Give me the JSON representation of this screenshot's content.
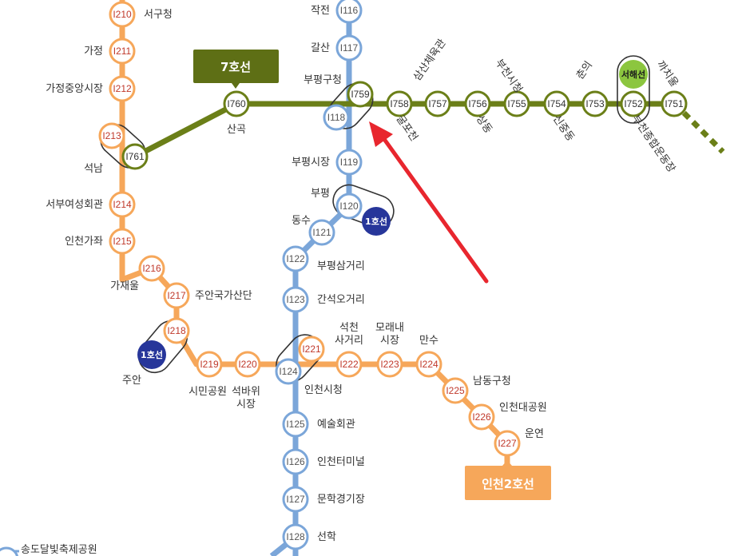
{
  "colors": {
    "line7": "#6b7f18",
    "line7_fill": "#5e6f15",
    "line1_blue": "#7ba6d9",
    "line1_badge": "#27369a",
    "line2_orange": "#f6a75a",
    "seohae": "#8cc63f",
    "arrow": "#e8262e",
    "code_red": "#c0392b",
    "text": "#333333"
  },
  "lines": {
    "line7_label": "7호선",
    "line2_label": "인천2호선"
  },
  "badges": [
    {
      "key": "seohae",
      "label": "서해선"
    },
    {
      "key": "transfer1_bupyeong",
      "label": "1호선"
    },
    {
      "key": "transfer1_juan",
      "label": "1호선"
    }
  ],
  "stations": [
    {
      "code": "I210",
      "name": "서구청",
      "line": "2"
    },
    {
      "code": "I211",
      "name": "가정",
      "line": "2"
    },
    {
      "code": "I212",
      "name": "가정중앙시장",
      "line": "2"
    },
    {
      "code": "I213",
      "name": "석남",
      "line": "2"
    },
    {
      "code": "I761",
      "name": "",
      "line": "7"
    },
    {
      "code": "I214",
      "name": "서부여성회관",
      "line": "2"
    },
    {
      "code": "I215",
      "name": "인천가좌",
      "line": "2"
    },
    {
      "code": "I216",
      "name": "가재울",
      "line": "2"
    },
    {
      "code": "I217",
      "name": "주안국가산단",
      "line": "2"
    },
    {
      "code": "I218",
      "name": "주안",
      "line": "2"
    },
    {
      "code": "I219",
      "name": "시민공원",
      "line": "2"
    },
    {
      "code": "I220",
      "name": "석바위\n시장",
      "line": "2"
    },
    {
      "code": "I221",
      "name": "",
      "line": "2"
    },
    {
      "code": "I222",
      "name": "석천\n사거리",
      "line": "2"
    },
    {
      "code": "I223",
      "name": "모래내\n시장",
      "line": "2"
    },
    {
      "code": "I224",
      "name": "만수",
      "line": "2"
    },
    {
      "code": "I225",
      "name": "남동구청",
      "line": "2"
    },
    {
      "code": "I226",
      "name": "인천대공원",
      "line": "2"
    },
    {
      "code": "I227",
      "name": "운연",
      "line": "2"
    },
    {
      "code": "I116",
      "name": "작전",
      "line": "1"
    },
    {
      "code": "I117",
      "name": "갈산",
      "line": "1"
    },
    {
      "code": "I118",
      "name": "부평구청",
      "line": "1"
    },
    {
      "code": "I119",
      "name": "부평시장",
      "line": "1"
    },
    {
      "code": "I120",
      "name": "부평",
      "line": "1"
    },
    {
      "code": "I121",
      "name": "동수",
      "line": "1"
    },
    {
      "code": "I122",
      "name": "부평삼거리",
      "line": "1"
    },
    {
      "code": "I123",
      "name": "간석오거리",
      "line": "1"
    },
    {
      "code": "I124",
      "name": "인천시청",
      "line": "1"
    },
    {
      "code": "I125",
      "name": "예술회관",
      "line": "1"
    },
    {
      "code": "I126",
      "name": "인천터미널",
      "line": "1"
    },
    {
      "code": "I127",
      "name": "문학경기장",
      "line": "1"
    },
    {
      "code": "I128",
      "name": "선학",
      "line": "1"
    },
    {
      "code": "I759",
      "name": "",
      "line": "7"
    },
    {
      "code": "I760",
      "name": "산곡",
      "line": "7"
    },
    {
      "code": "I758",
      "name": "굴포천",
      "line": "7"
    },
    {
      "code": "I757",
      "name": "삼산체육관",
      "line": "7"
    },
    {
      "code": "I756",
      "name": "상동",
      "line": "7"
    },
    {
      "code": "I755",
      "name": "부천시청",
      "line": "7"
    },
    {
      "code": "I754",
      "name": "신중동",
      "line": "7"
    },
    {
      "code": "I753",
      "name": "춘의",
      "line": "7"
    },
    {
      "code": "I752",
      "name": "부천종합운동장",
      "line": "7"
    },
    {
      "code": "I751",
      "name": "까치울",
      "line": "7"
    }
  ],
  "extra_labels": [
    {
      "key": "songdo",
      "text": "송도달빛축제공원"
    }
  ]
}
